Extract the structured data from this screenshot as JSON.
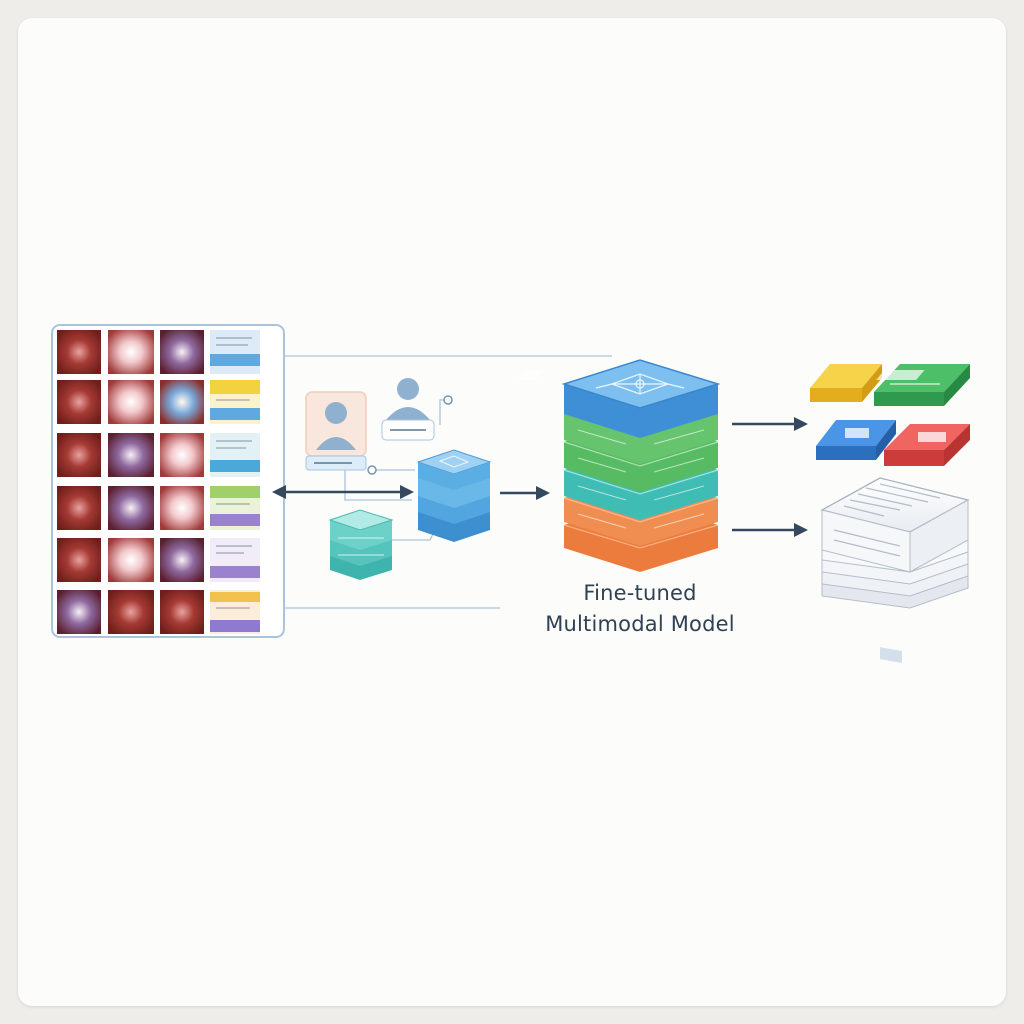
{
  "model_label": {
    "line1": "Fine-tuned",
    "line2": "Multimodal Model"
  },
  "colors": {
    "arrow": "#34495e",
    "panel_border": "#a9c4dc",
    "layer_blue": "#4aa3df",
    "layer_green": "#5cbf6a",
    "layer_teal": "#46c0b8",
    "layer_orange": "#ef8a4a",
    "card_yellow": "#f2c12e",
    "card_green": "#3cab5a",
    "card_blue": "#3a82d6",
    "card_red": "#e8534f",
    "tissue_dark": "#8c2e22",
    "tissue_light": "#f4d6d6"
  },
  "icons": [
    "tissue-image-grid",
    "label-strip-column",
    "user-profile-icon",
    "user-network-icon",
    "data-stack-icon",
    "layered-model-stack-icon",
    "output-category-cards-icon",
    "report-documents-icon"
  ]
}
